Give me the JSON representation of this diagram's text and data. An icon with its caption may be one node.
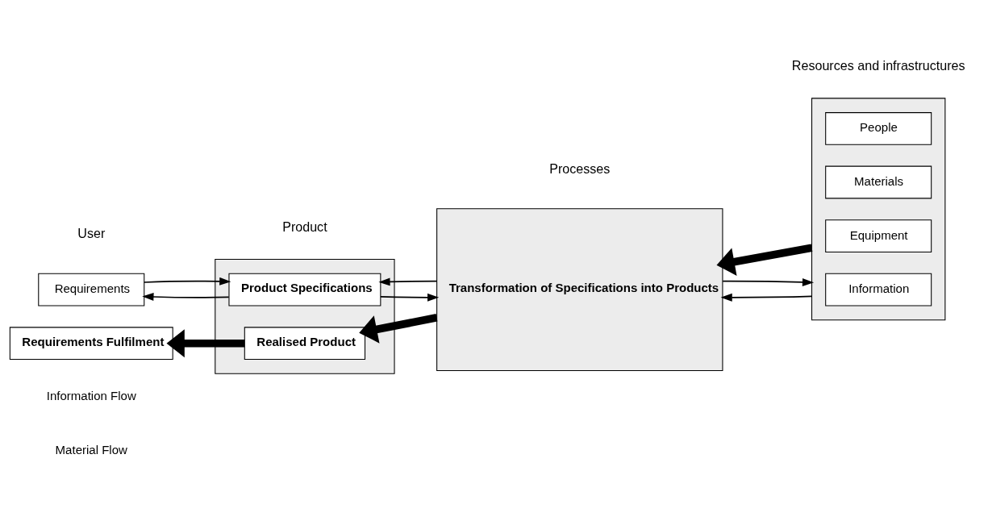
{
  "diagram": {
    "nodes": [
      {
        "text": [
          "Requirements"
        ]
      },
      {
        "text": [],
        "shape": "box"
      },
      {
        "text": [
          "Product Specifications"
        ],
        "in": 1
      },
      {
        "text": [
          "Transformation of Specifications into Products"
        ]
      },
      {
        "text": [],
        "shape": "box"
      },
      {
        "text": [
          "Information"
        ],
        "in": 4
      },
      {
        "text": [
          "People"
        ],
        "in": 4
      },
      {
        "text": [
          "Equipment"
        ],
        "in": 4
      },
      {
        "text": [
          "Materials"
        ],
        "in": 4
      },
      {
        "text": [
          "Requirements Fulfilment"
        ]
      },
      {
        "text": [
          "Realised Product"
        ],
        "in": 1
      }
    ],
    "edges": [
      {
        "from": 2,
        "to": 0,
        "arrow": "to"
      },
      {
        "from": 0,
        "to": 2,
        "arrow": "to"
      },
      {
        "from": 3,
        "to": 2,
        "arrow": "to"
      },
      {
        "from": 2,
        "to": 3,
        "arrow": "to"
      },
      {
        "from": 4,
        "to": 3,
        "arrow": "to"
      },
      {
        "from": 3,
        "to": 4,
        "arrow": "to"
      },
      {
        "from": 10,
        "to": 9,
        "arrow": "to",
        "style": "thick"
      },
      {
        "from": 3,
        "to": 10,
        "arrow": "to",
        "style": "thick"
      },
      {
        "from": 4,
        "to": 3,
        "arrow": "to",
        "style": "thick"
      }
    ],
    "labels": [
      "User",
      "Product",
      "Processes",
      "Resources and infrastructures"
    ],
    "legend": [
      {
        "text": "Information Flow"
      },
      {
        "text": "Material Flow"
      }
    ]
  }
}
